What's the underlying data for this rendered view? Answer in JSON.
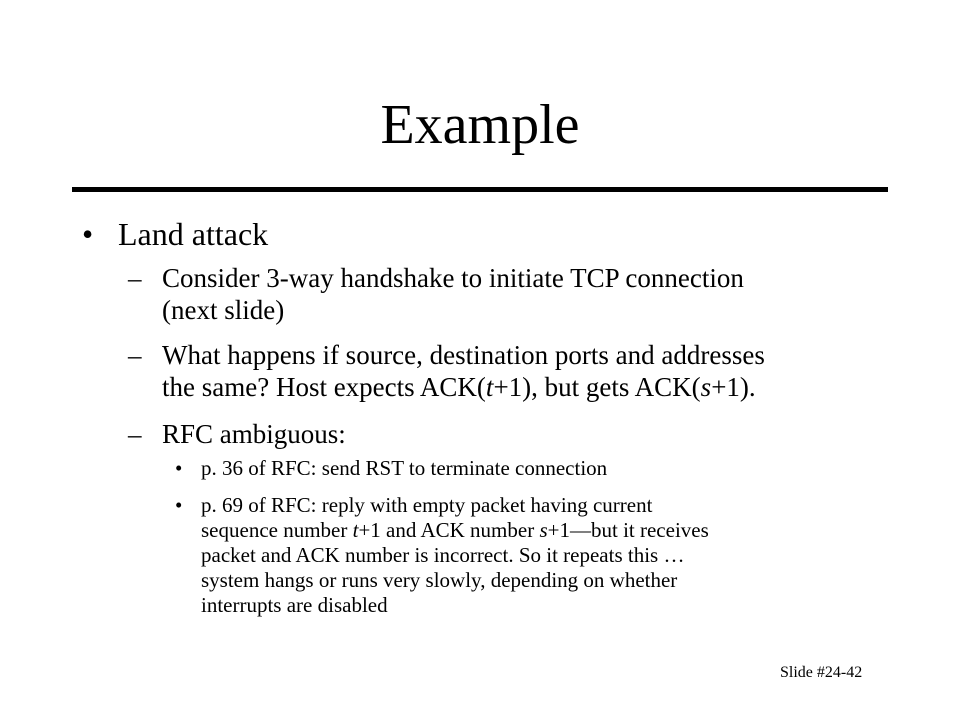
{
  "slide": {
    "title": "Example",
    "level1": {
      "bullet": "•",
      "text": "Land attack"
    },
    "level2": [
      {
        "dash": "–",
        "line1": "Consider 3-way handshake to initiate TCP connection",
        "line2": "(next slide)"
      },
      {
        "dash": "–",
        "line1": "What happens if source, destination ports and addresses",
        "line2_a": "the same? Host expects ACK(",
        "line2_t": "t",
        "line2_b": "+1), but gets ACK(",
        "line2_s": "s",
        "line2_c": "+1)."
      },
      {
        "dash": "–",
        "line1": "RFC ambiguous:"
      }
    ],
    "level3": [
      {
        "dot": "•",
        "line1": "p. 36 of RFC: send RST to terminate connection"
      },
      {
        "dot": "•",
        "line1": "p. 69 of RFC: reply with empty packet having current",
        "line2_a": "sequence number ",
        "line2_t": "t",
        "line2_b": "+1 and ACK number ",
        "line2_s": "s",
        "line2_c": "+1—but it receives",
        "line3": "packet and ACK number is incorrect. So it repeats this …",
        "line4": "system hangs or runs very slowly, depending on whether",
        "line5": "interrupts are disabled"
      }
    ],
    "footer": "Slide #24-42"
  }
}
